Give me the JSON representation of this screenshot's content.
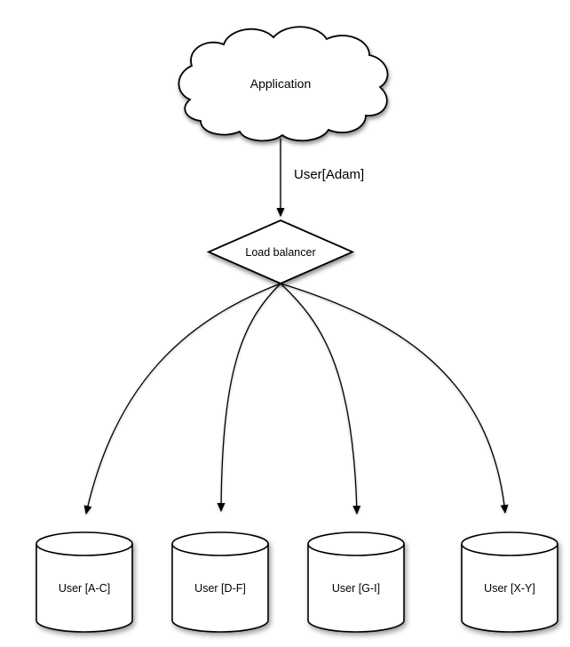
{
  "diagram": {
    "title_hint": "Application sharding via load balancer",
    "cloud": {
      "label": "Application"
    },
    "request_edge": {
      "label": "User[Adam]"
    },
    "balancer": {
      "label": "Load balancer"
    },
    "databases": [
      {
        "label": "User [A-C]"
      },
      {
        "label": "User [D-F]"
      },
      {
        "label": "User [G-I]"
      },
      {
        "label": "User [X-Y]"
      }
    ],
    "colors": {
      "stroke": "#000000",
      "fill": "#ffffff",
      "text": "#000000",
      "background": "#ffffff"
    }
  }
}
